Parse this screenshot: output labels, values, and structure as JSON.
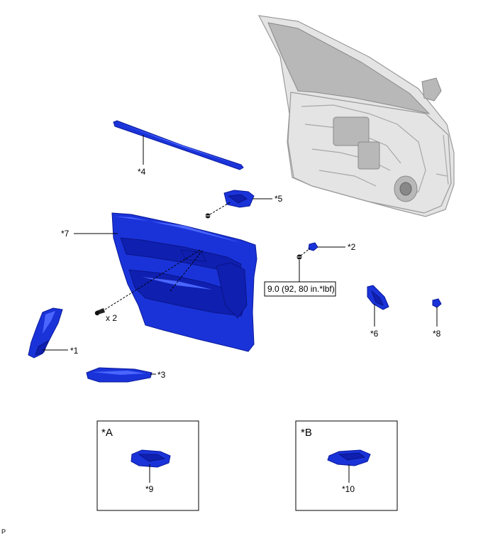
{
  "callouts": {
    "c1": "*1",
    "c2": "*2",
    "c3": "*3",
    "c4": "*4",
    "c5": "*5",
    "c6": "*6",
    "c7": "*7",
    "c8": "*8",
    "c9": "*9",
    "c10": "*10"
  },
  "torque_spec": "9.0 (92, 80 in.*lbf)",
  "screw_qty": "x 2",
  "insets": {
    "a_label": "*A",
    "b_label": "*B"
  },
  "corner_mark": "P"
}
